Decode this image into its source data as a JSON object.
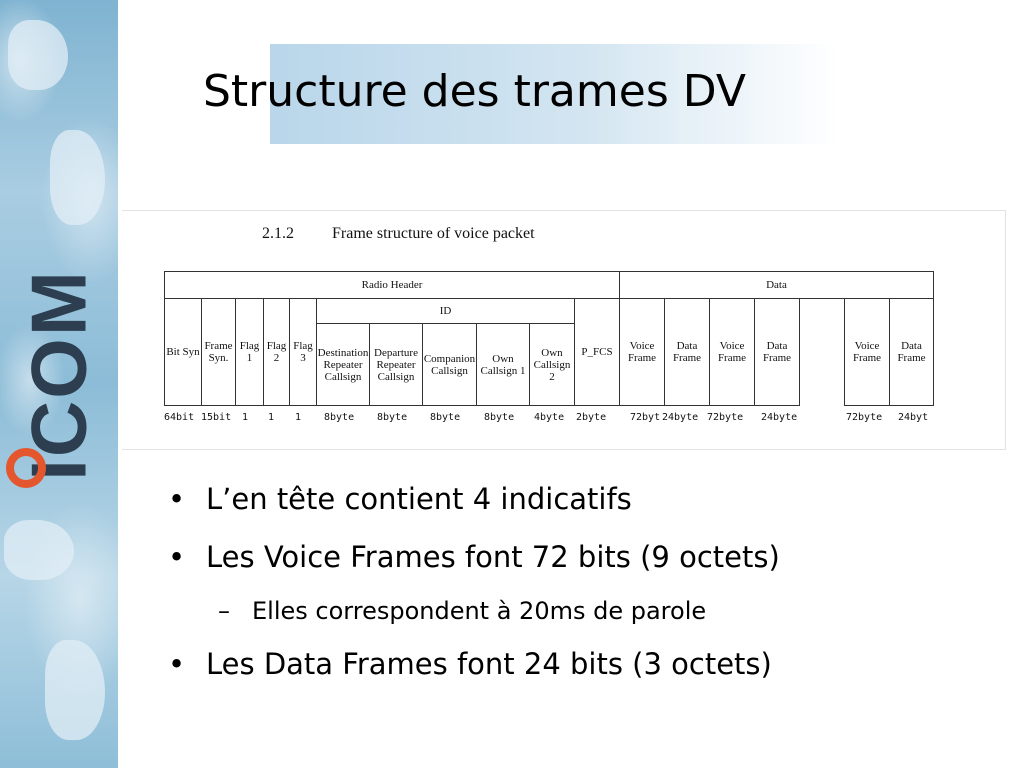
{
  "slide": {
    "title": "Structure des trames DV",
    "logo_text": "ICOM",
    "accent_orange": "#e4572e",
    "band_blue": "#8ebed8"
  },
  "diagram": {
    "section_number": "2.1.2",
    "section_title": "Frame structure of voice packet",
    "radio_header_label": "Radio Header",
    "data_label": "Data",
    "id_label": "ID",
    "header_fields": [
      "Bit Syn",
      "Frame Syn.",
      "Flag 1",
      "Flag 2",
      "Flag 3"
    ],
    "id_fields": [
      "Destination Repeater Callsign",
      "Departure Repeater Callsign",
      "Companion Callsign",
      "Own Callsign 1",
      "Own Callsign 2"
    ],
    "fcs_field": "P_FCS",
    "data_fields": [
      "Voice Frame",
      "Data Frame",
      "Voice Frame",
      "Data Frame",
      "",
      "Voice Frame",
      "Data Frame"
    ],
    "sizes": [
      "64bit",
      "15bit",
      "1",
      "1",
      "1",
      "8byte",
      "8byte",
      "8byte",
      "8byte",
      "4byte",
      "2byte",
      "72byt",
      "24byte",
      "72byte",
      "24byte",
      "72byte",
      "24byt"
    ]
  },
  "bullets": [
    {
      "level": 1,
      "text": "L’en tête contient 4 indicatifs"
    },
    {
      "level": 1,
      "text": "Les Voice Frames font 72 bits (9 octets)"
    },
    {
      "level": 2,
      "text": "Elles correspondent à 20ms de parole"
    },
    {
      "level": 1,
      "text": "Les Data Frames font 24 bits (3 octets)"
    }
  ]
}
